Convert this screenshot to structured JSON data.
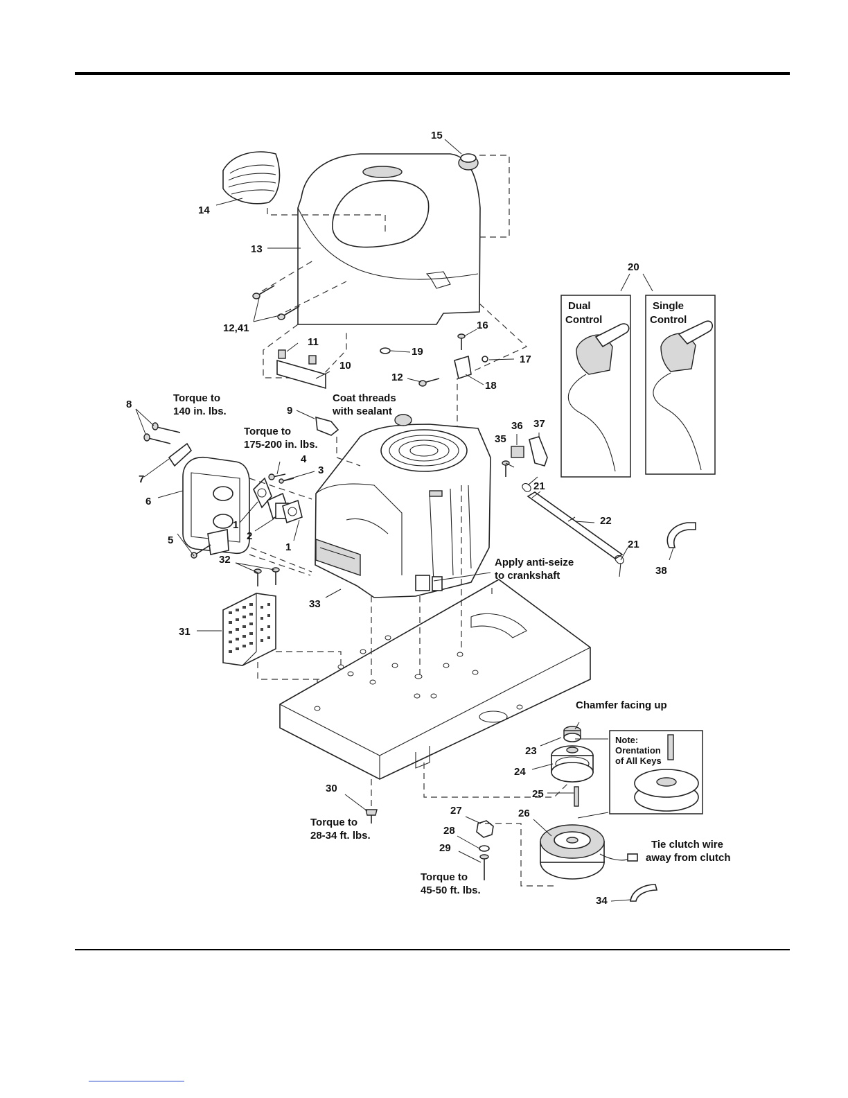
{
  "callouts": {
    "c1a": "1",
    "c1b": "1",
    "c2": "2",
    "c3": "3",
    "c4": "4",
    "c5": "5",
    "c6": "6",
    "c7": "7",
    "c8": "8",
    "c9": "9",
    "c10": "10",
    "c11": "11",
    "c12": "12",
    "c12_41": "12,41",
    "c13": "13",
    "c14": "14",
    "c15": "15",
    "c16": "16",
    "c17": "17",
    "c18": "18",
    "c19": "19",
    "c20": "20",
    "c21a": "21",
    "c21b": "21",
    "c22": "22",
    "c23": "23",
    "c24": "24",
    "c25": "25",
    "c26": "26",
    "c27": "27",
    "c28": "28",
    "c29": "29",
    "c30": "30",
    "c31": "31",
    "c32": "32",
    "c33": "33",
    "c34": "34",
    "c35": "35",
    "c36": "36",
    "c37": "37",
    "c38": "38"
  },
  "notes": {
    "torque_140": [
      "Torque to",
      "140 in. lbs."
    ],
    "torque_175": [
      "Torque to",
      "175-200 in. lbs."
    ],
    "coat_threads": [
      "Coat threads",
      "with sealant"
    ],
    "anti_seize": [
      "Apply anti-seize",
      "to crankshaft"
    ],
    "torque_28": [
      "Torque to",
      "28-34 ft. lbs."
    ],
    "torque_45": [
      "Torque to",
      "45-50 ft. lbs."
    ],
    "chamfer": [
      "Chamfer facing up"
    ],
    "tie_clutch": [
      "Tie clutch wire",
      "away from clutch"
    ],
    "key_note": [
      "Note:",
      "Orentation",
      "of All Keys"
    ],
    "dual_control": [
      "Dual",
      "Control"
    ],
    "single_control": [
      "Single",
      "Control"
    ]
  }
}
